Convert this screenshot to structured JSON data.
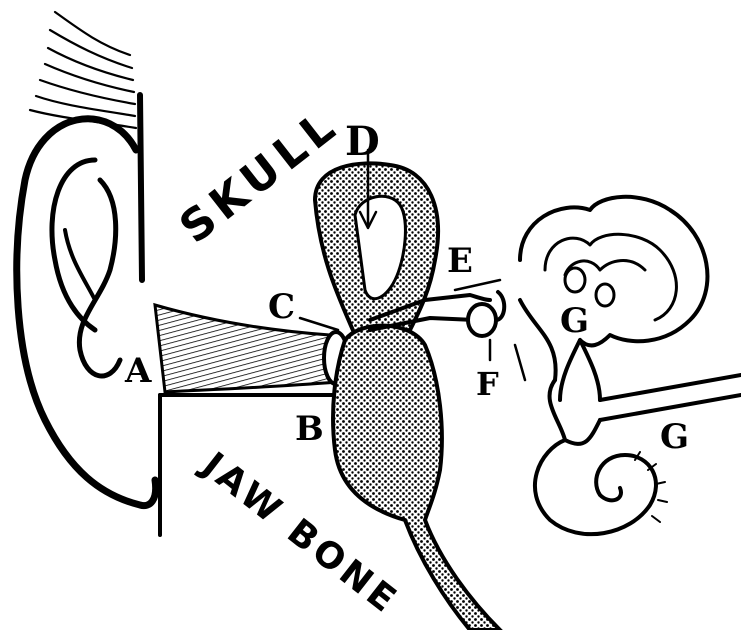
{
  "diagram": {
    "region_labels": {
      "skull": "SKULL",
      "jaw_bone": "JAW BONE"
    },
    "part_labels": {
      "a": "A",
      "b": "B",
      "c": "C",
      "d": "D",
      "e": "E",
      "f": "F",
      "g_upper": "G",
      "g_lower": "G"
    }
  }
}
